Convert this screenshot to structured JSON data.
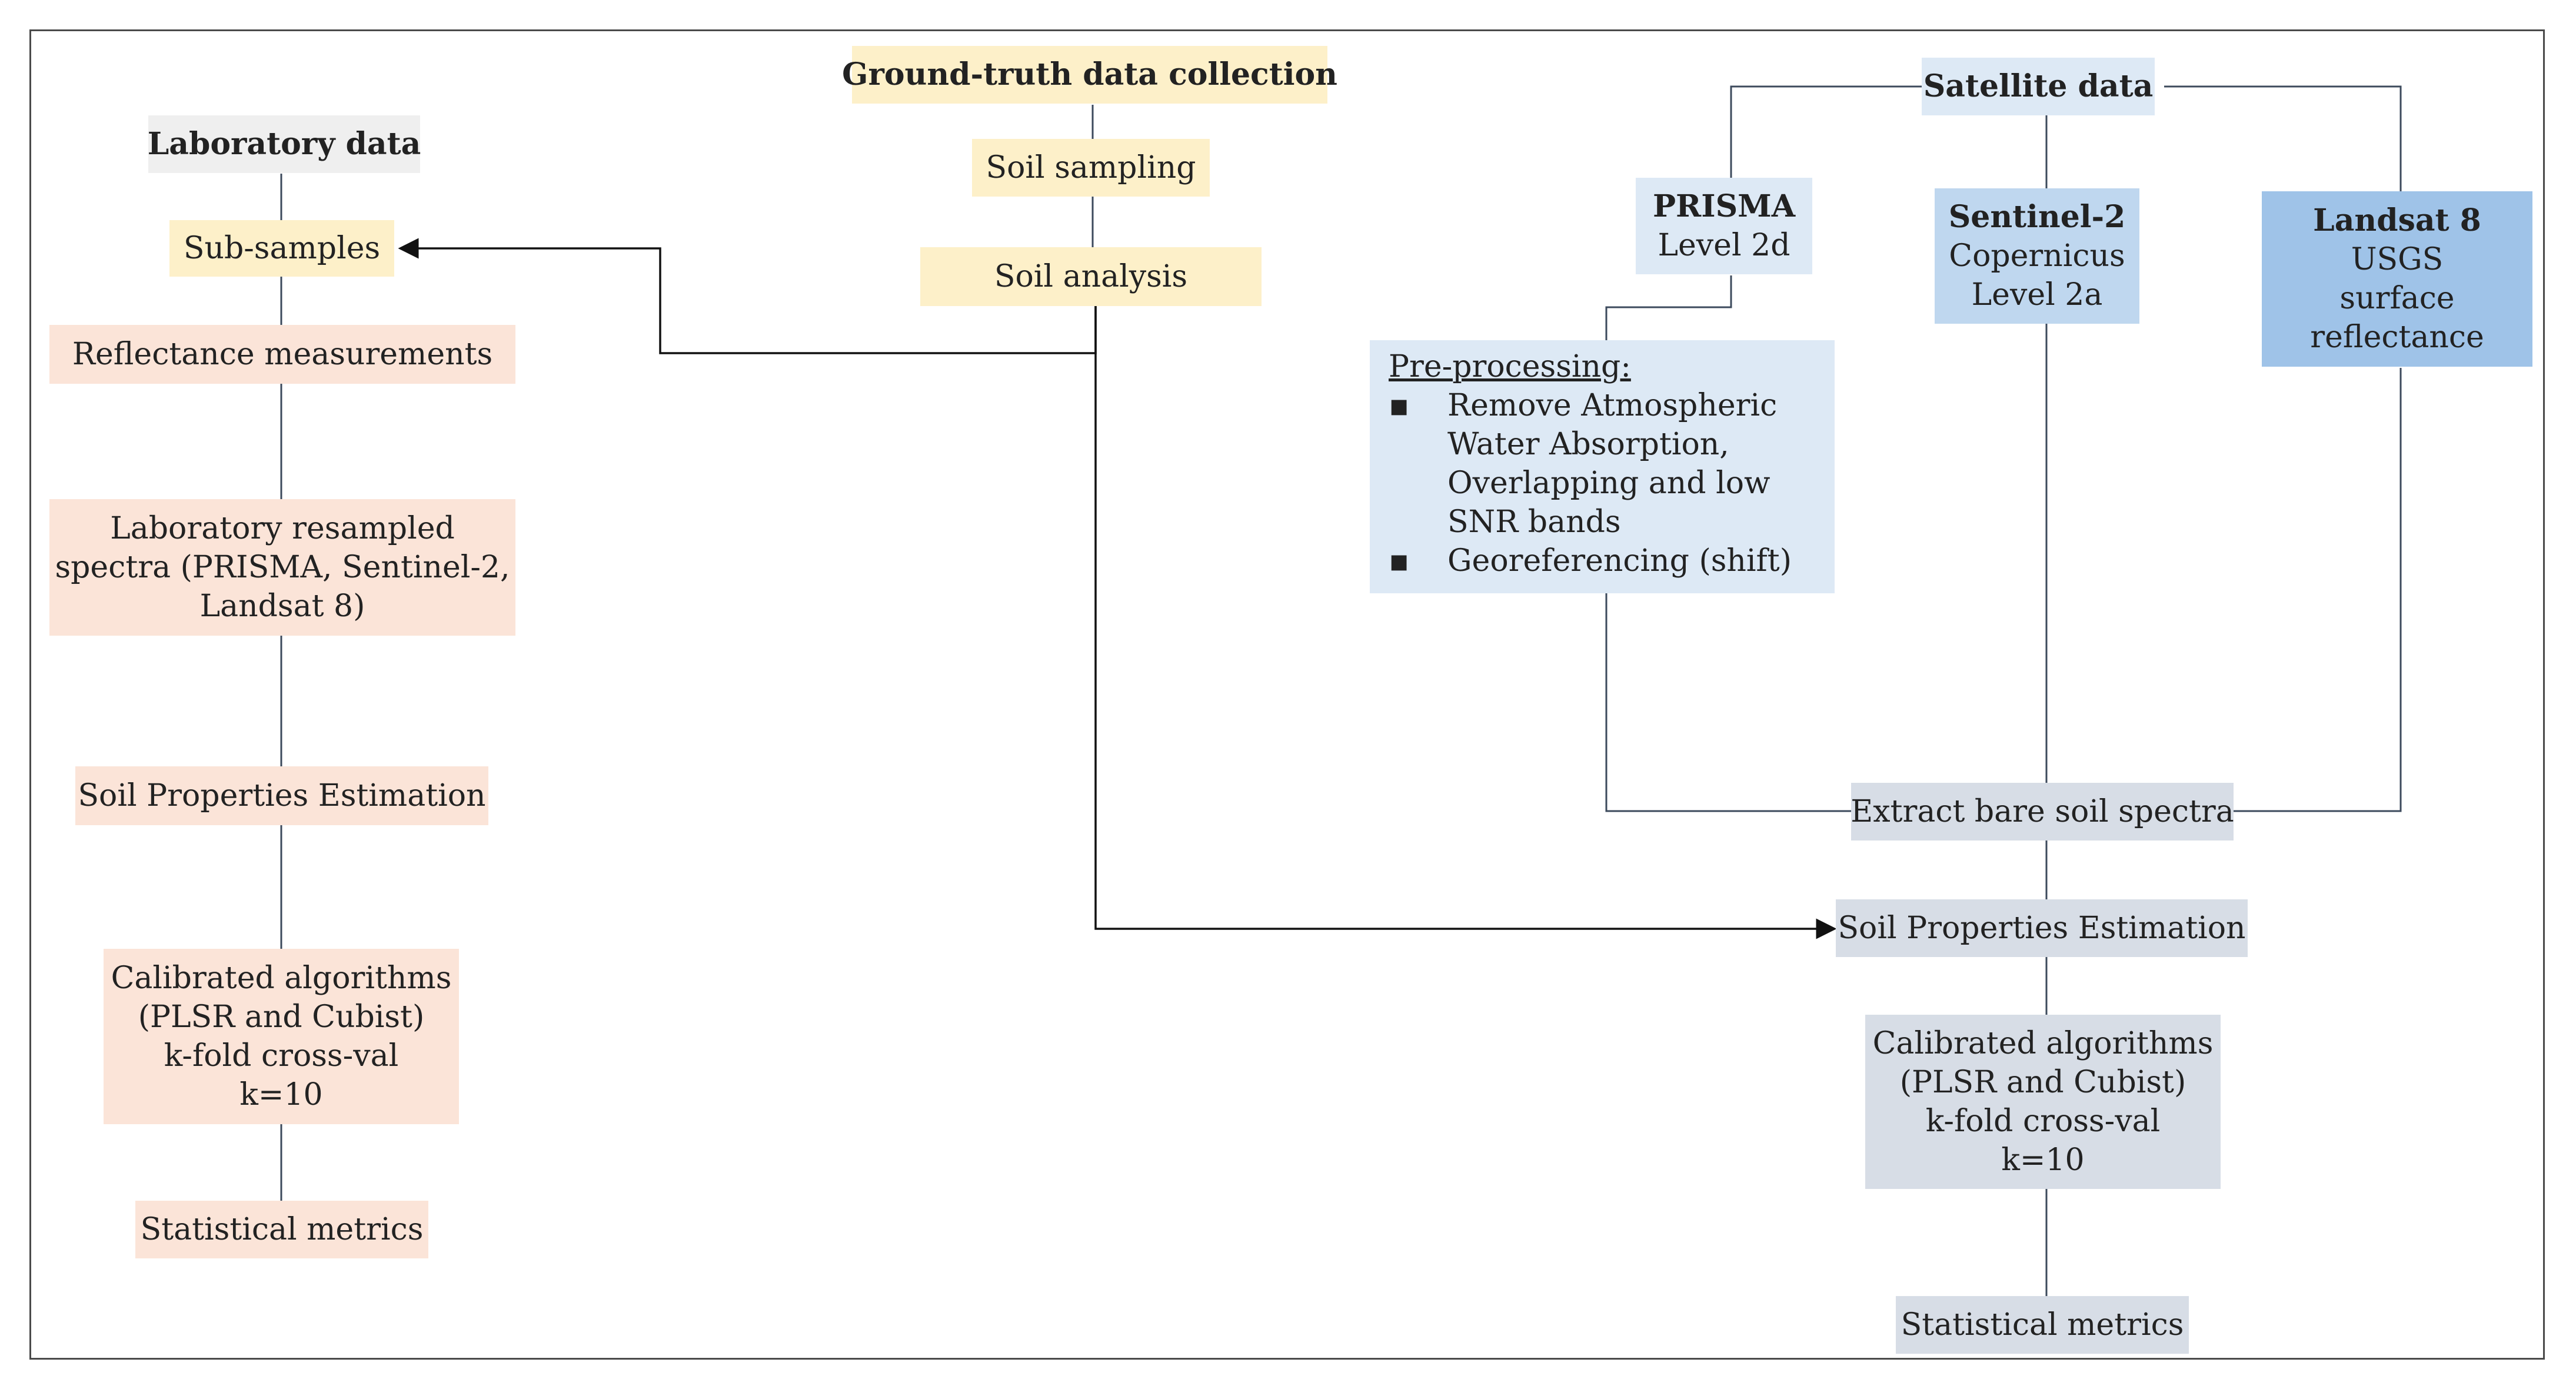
{
  "lab": {
    "title": "Laboratory data",
    "subsamples": "Sub-samples",
    "reflectance": "Reflectance measurements",
    "resampled": [
      "Laboratory resampled",
      "spectra (PRISMA, Sentinel-2,",
      "Landsat 8)"
    ],
    "estimation": "Soil Properties Estimation",
    "calibrated": [
      "Calibrated algorithms",
      "(PLSR and Cubist)",
      "k-fold cross-val",
      "k=10"
    ],
    "metrics": "Statistical metrics"
  },
  "ground": {
    "title": "Ground-truth data collection",
    "sampling": "Soil sampling",
    "analysis": "Soil analysis"
  },
  "satellite": {
    "title": "Satellite data",
    "prisma": {
      "name": "PRISMA",
      "level": "Level 2d"
    },
    "sentinel": {
      "name": "Sentinel-2",
      "lines": [
        "Copernicus",
        "Level 2a"
      ]
    },
    "landsat": {
      "name": "Landsat 8",
      "lines": [
        "USGS",
        "surface",
        "reflectance"
      ]
    },
    "preprocessing": {
      "heading": "Pre-processing:",
      "bullet": "▪",
      "item1": [
        "Remove Atmospheric",
        "Water Absorption,",
        "Overlapping and low",
        "SNR bands"
      ],
      "item2": "Georeferencing (shift)"
    },
    "extract": "Extract bare soil spectra",
    "estimation": "Soil Properties Estimation",
    "calibrated": [
      "Calibrated algorithms",
      "(PLSR and Cubist)",
      "k-fold cross-val",
      "k=10"
    ],
    "metrics": "Statistical metrics"
  }
}
